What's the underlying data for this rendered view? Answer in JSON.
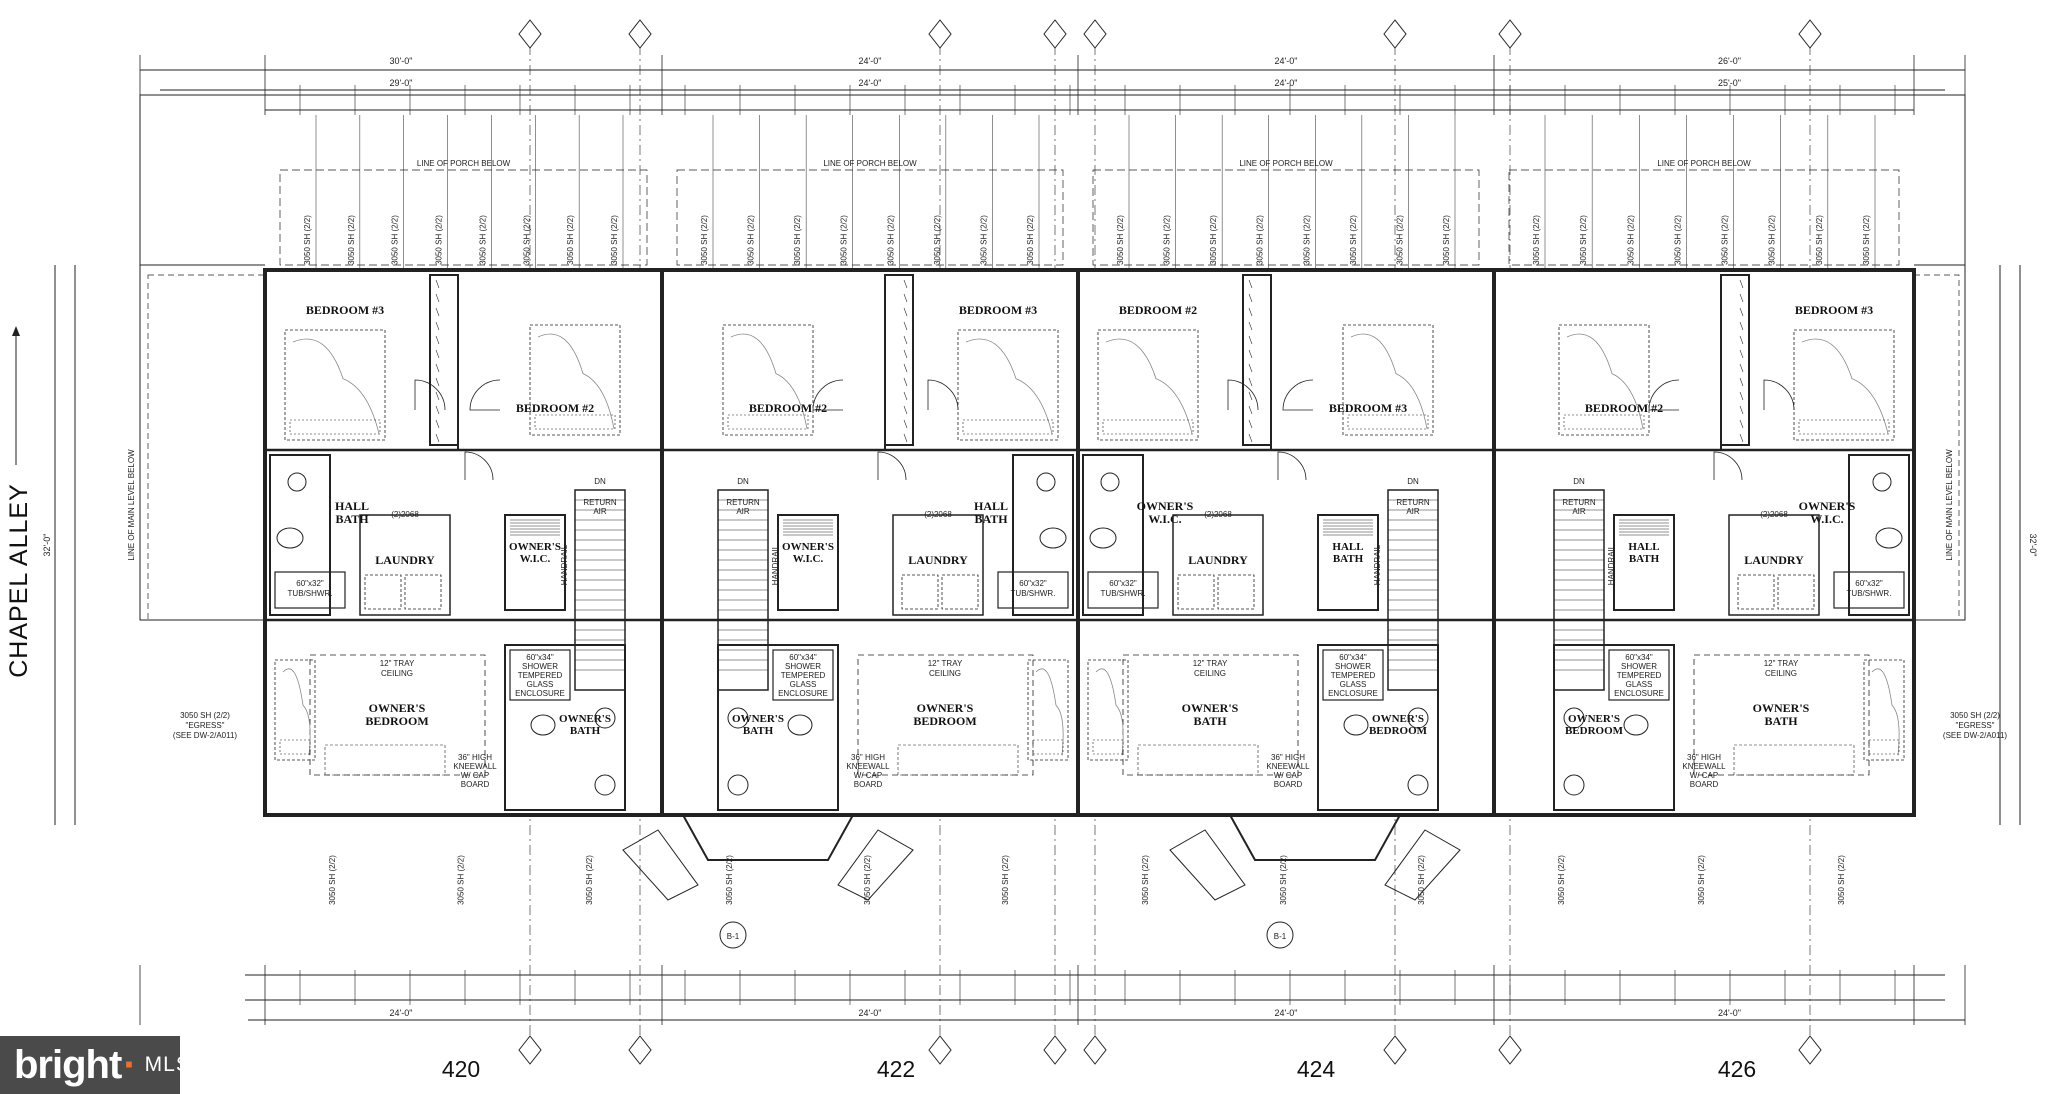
{
  "street": "CHAPEL ALLEY",
  "units": [
    {
      "number": "420",
      "rooms": [
        "BEDROOM #3",
        "BEDROOM #2",
        "HALL BATH",
        "LAUNDRY",
        "OWNER'S W.I.C.",
        "OWNER'S BEDROOM",
        "OWNER'S BATH"
      ]
    },
    {
      "number": "422",
      "rooms": [
        "BEDROOM #3",
        "BEDROOM #2",
        "HALL BATH",
        "LAUNDRY",
        "OWNER'S W.I.C.",
        "OWNER'S BEDROOM",
        "OWNER'S BATH"
      ]
    },
    {
      "number": "424",
      "rooms": [
        "BEDROOM #2",
        "BEDROOM #3",
        "OWNER'S W.I.C.",
        "LAUNDRY",
        "HALL BATH",
        "OWNER'S BATH",
        "OWNER'S BEDROOM"
      ]
    },
    {
      "number": "426",
      "rooms": [
        "BEDROOM #3",
        "BEDROOM #2",
        "OWNER'S W.I.C.",
        "LAUNDRY",
        "HALL BATH",
        "OWNER'S BATH",
        "OWNER'S BEDROOM"
      ]
    }
  ],
  "notes": {
    "porch": "LINE OF PORCH BELOW",
    "tray": "12\" TRAY",
    "ceiling": "CEILING",
    "shower": "60\"x34\"",
    "shower2": "SHOWER",
    "tempered": "TEMPERED",
    "glass": "GLASS",
    "enclosure": "ENCLOSURE",
    "tub": "60\"x32\"",
    "tub2": "TUB/SHWR.",
    "return_air": "RETURN",
    "return_air2": "AIR",
    "dn": "DN",
    "handrail": "HANDRAIL",
    "kneewall": "36\" HIGH",
    "kneewall2": "KNEEWALL",
    "kneewall3": "W/ CAP",
    "kneewall4": "BOARD",
    "egress": "3050 SH (2/2)",
    "egress2": "\"EGRESS\"",
    "egress3": "(SEE DW-2/A011)",
    "main_level": "LINE OF MAIN LEVEL BELOW"
  },
  "dimensions": {
    "top": [
      "30'-0\"",
      "24'-0\"",
      "24'-0\"",
      "26'-0\""
    ],
    "top2": [
      "29'-0\"",
      "24'-0\"",
      "24'-0\"",
      "25'-0\""
    ],
    "bottom": [
      "24'-0\"",
      "24'-0\"",
      "24'-0\"",
      "24'-0\""
    ],
    "side": [
      "32'-0\"",
      "32'-0\""
    ]
  },
  "brand": {
    "name": "bright",
    "suffix": "MLS"
  }
}
